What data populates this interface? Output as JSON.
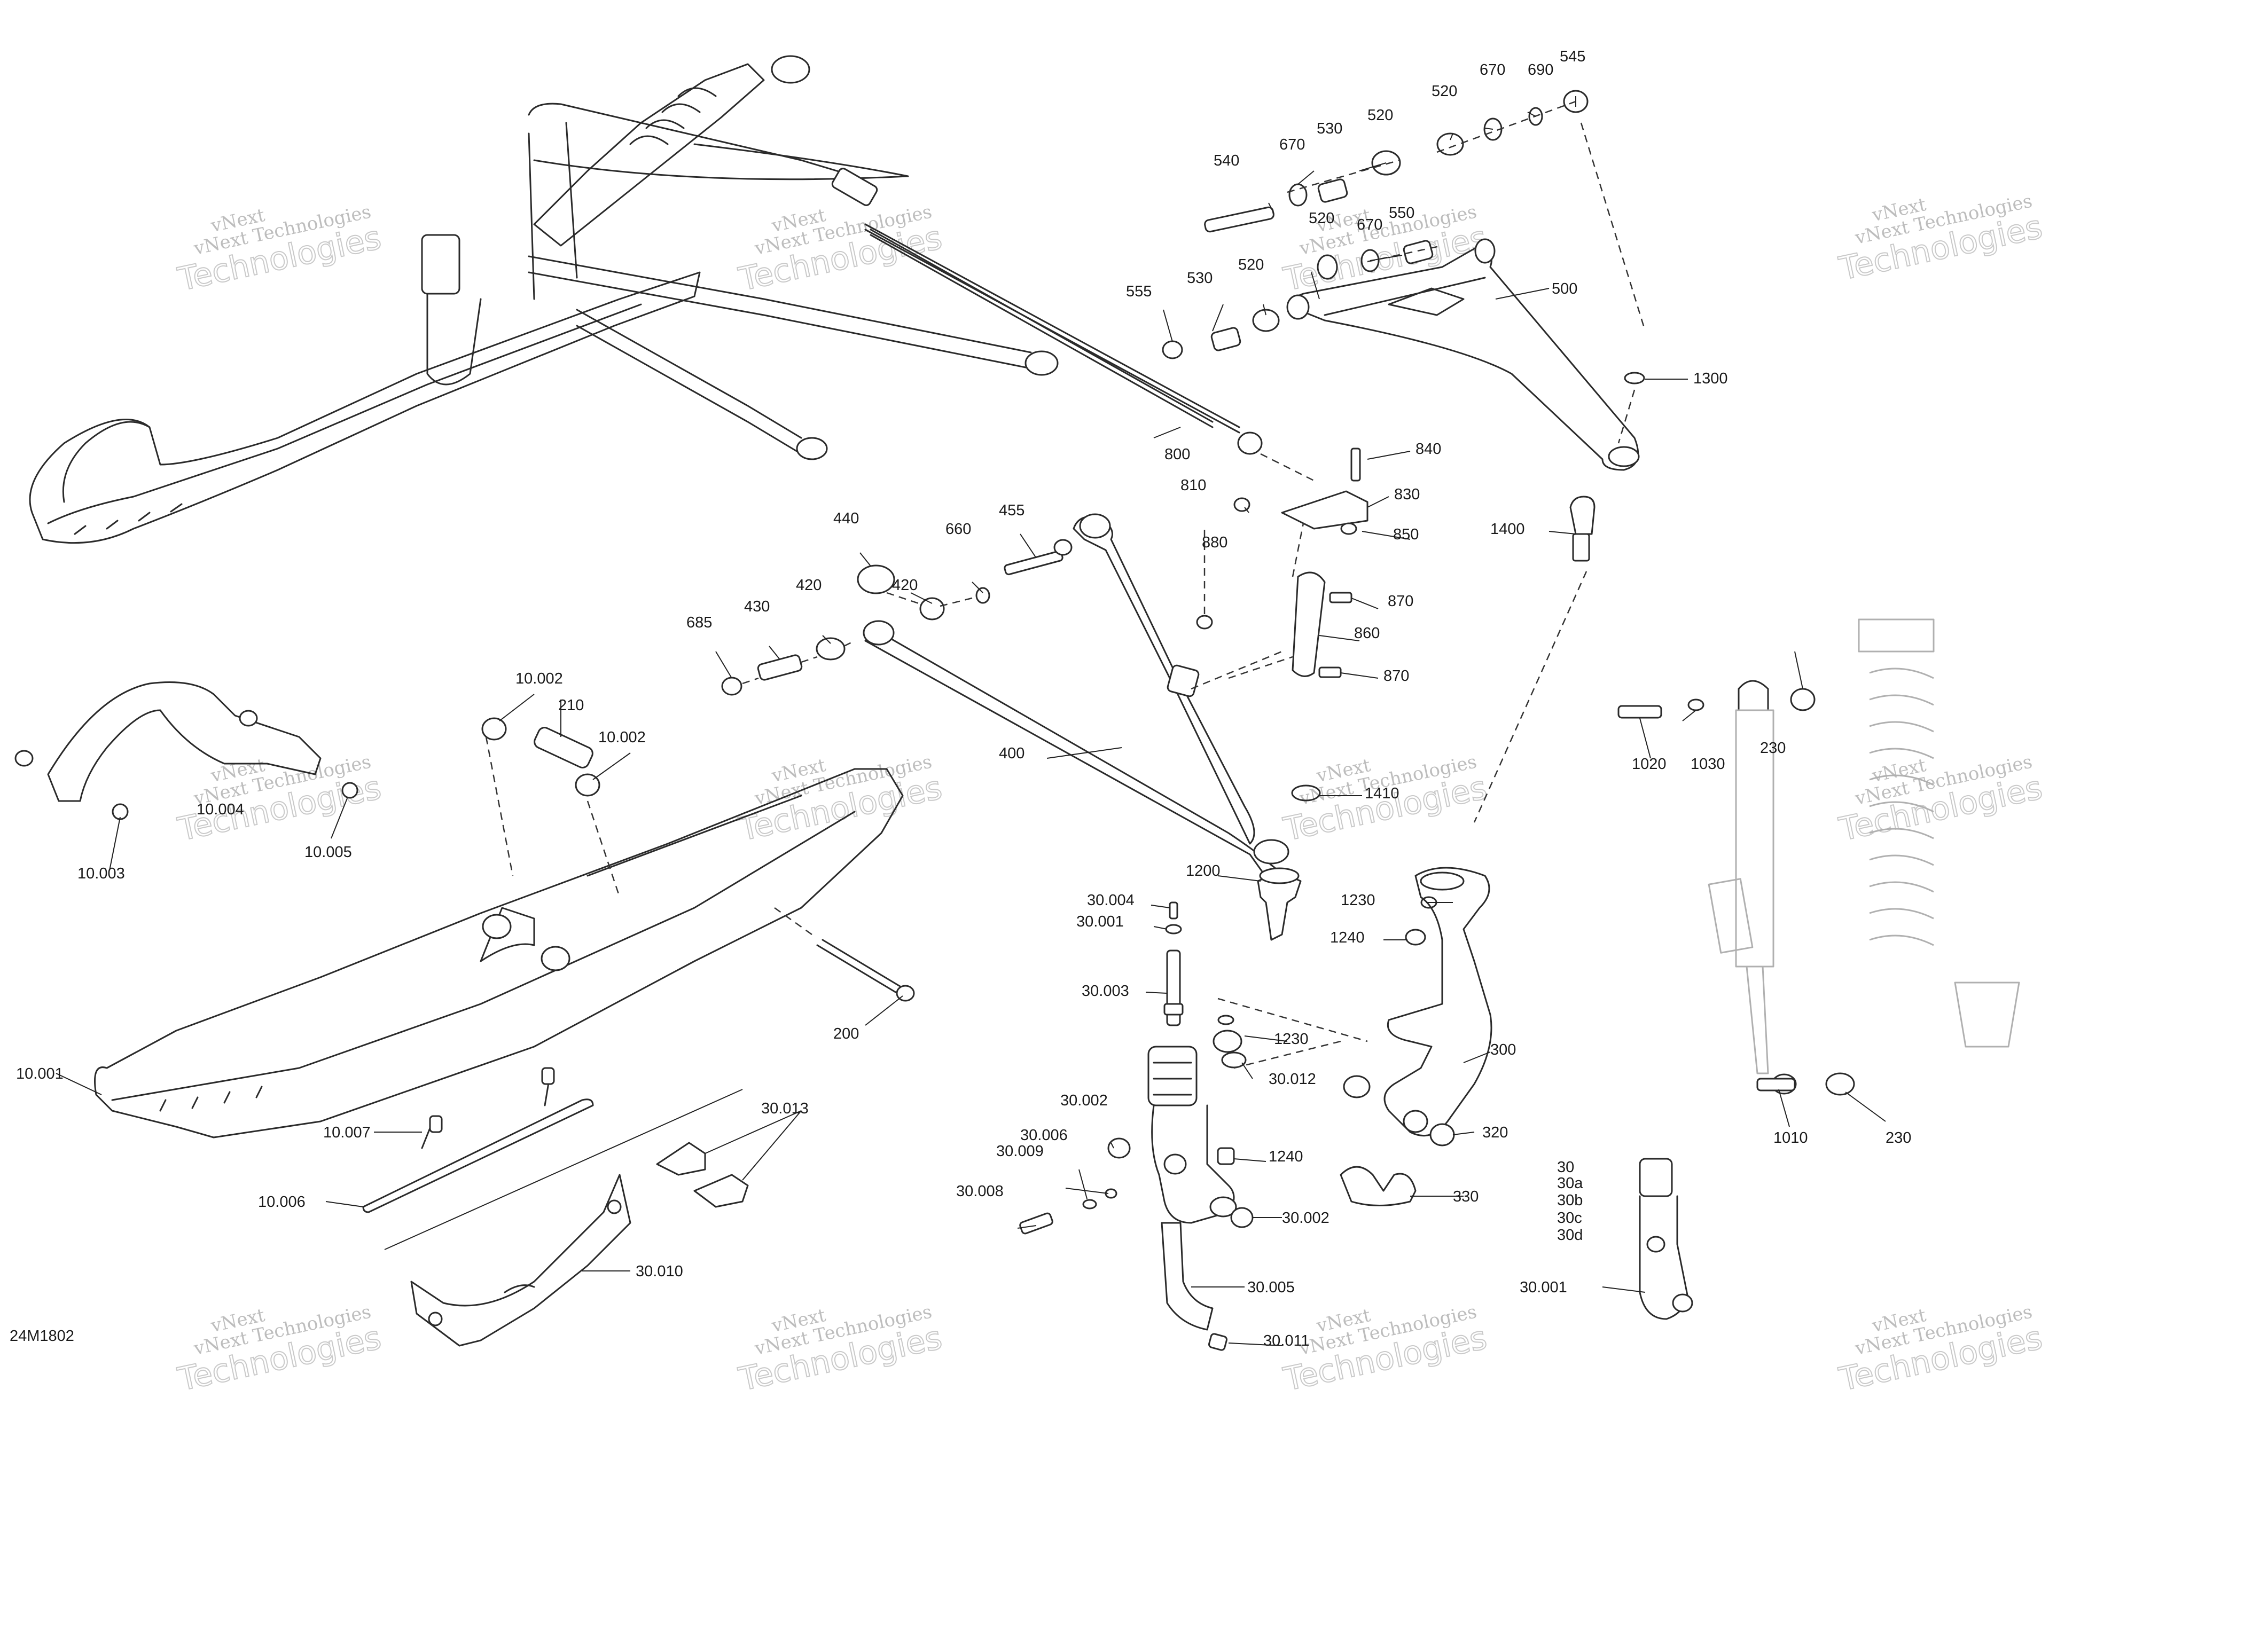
{
  "diagram_id": "24M1802",
  "watermark": {
    "line1": "vNext",
    "line2": "vNext Technologies",
    "big": "Technologies"
  },
  "part_labels": [
    "545",
    "690",
    "670",
    "520",
    "520",
    "530",
    "670",
    "540",
    "550",
    "670",
    "520",
    "500",
    "555",
    "530",
    "520",
    "1300",
    "840",
    "800",
    "810",
    "830",
    "880",
    "850",
    "1400",
    "440",
    "455",
    "660",
    "420",
    "420",
    "430",
    "685",
    "870",
    "860",
    "870",
    "10.002",
    "210",
    "10.002",
    "400",
    "1410",
    "10.004",
    "10.005",
    "10.003",
    "1020",
    "1030",
    "230",
    "1200",
    "1230",
    "1240",
    "30.004",
    "30.001",
    "30.003",
    "200",
    "1230",
    "30.012",
    "300",
    "10.001",
    "10.007",
    "30.013",
    "30.002",
    "30.006",
    "30.009",
    "1240",
    "320",
    "1010",
    "230",
    "10.006",
    "30.008",
    "330",
    "30.002",
    "30",
    "30a",
    "30b",
    "30c",
    "30d",
    "30.010",
    "30.005",
    "30.001",
    "30.011"
  ],
  "colors": {
    "line": "#2a2a2a",
    "faded_parts": "#b0b0b0",
    "watermark": "#c9c9c9",
    "background": "#ffffff"
  }
}
